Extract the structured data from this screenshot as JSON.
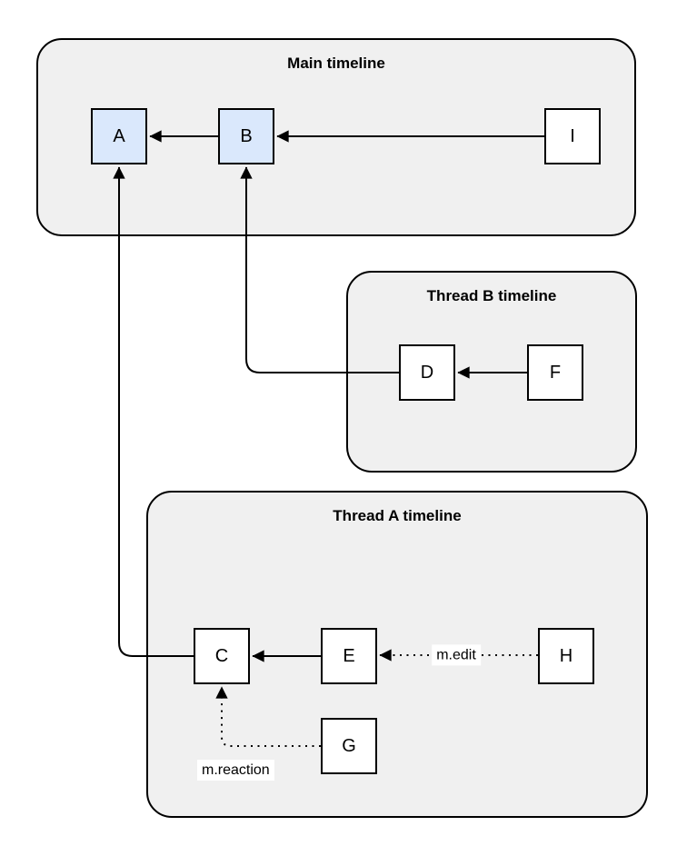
{
  "diagram": {
    "colors": {
      "container_fill": "#f0f0f0",
      "container_stroke": "#000000",
      "node_fill": "#ffffff",
      "node_highlight_fill": "#dae8fc",
      "node_stroke": "#000000",
      "edge_color": "#000000",
      "label_background": "#ffffff",
      "text_color": "#000000",
      "page_background": "#ffffff"
    },
    "containers": [
      {
        "id": "main",
        "title": "Main timeline"
      },
      {
        "id": "thread-b",
        "title": "Thread B timeline"
      },
      {
        "id": "thread-a",
        "title": "Thread A timeline"
      }
    ],
    "nodes": [
      {
        "id": "A",
        "label": "A",
        "container": "main",
        "highlighted": true
      },
      {
        "id": "B",
        "label": "B",
        "container": "main",
        "highlighted": true
      },
      {
        "id": "I",
        "label": "I",
        "container": "main",
        "highlighted": false
      },
      {
        "id": "D",
        "label": "D",
        "container": "thread-b",
        "highlighted": false
      },
      {
        "id": "F",
        "label": "F",
        "container": "thread-b",
        "highlighted": false
      },
      {
        "id": "C",
        "label": "C",
        "container": "thread-a",
        "highlighted": false
      },
      {
        "id": "E",
        "label": "E",
        "container": "thread-a",
        "highlighted": false
      },
      {
        "id": "H",
        "label": "H",
        "container": "thread-a",
        "highlighted": false
      },
      {
        "id": "G",
        "label": "G",
        "container": "thread-a",
        "highlighted": false
      }
    ],
    "edges": [
      {
        "from": "B",
        "to": "A",
        "style": "solid",
        "label": ""
      },
      {
        "from": "I",
        "to": "B",
        "style": "solid",
        "label": ""
      },
      {
        "from": "D",
        "to": "B",
        "style": "solid",
        "label": ""
      },
      {
        "from": "F",
        "to": "D",
        "style": "solid",
        "label": ""
      },
      {
        "from": "C",
        "to": "A",
        "style": "solid",
        "label": ""
      },
      {
        "from": "E",
        "to": "C",
        "style": "solid",
        "label": ""
      },
      {
        "from": "H",
        "to": "E",
        "style": "dotted",
        "label": "m.edit"
      },
      {
        "from": "G",
        "to": "C",
        "style": "dotted",
        "label": "m.reaction"
      }
    ]
  }
}
